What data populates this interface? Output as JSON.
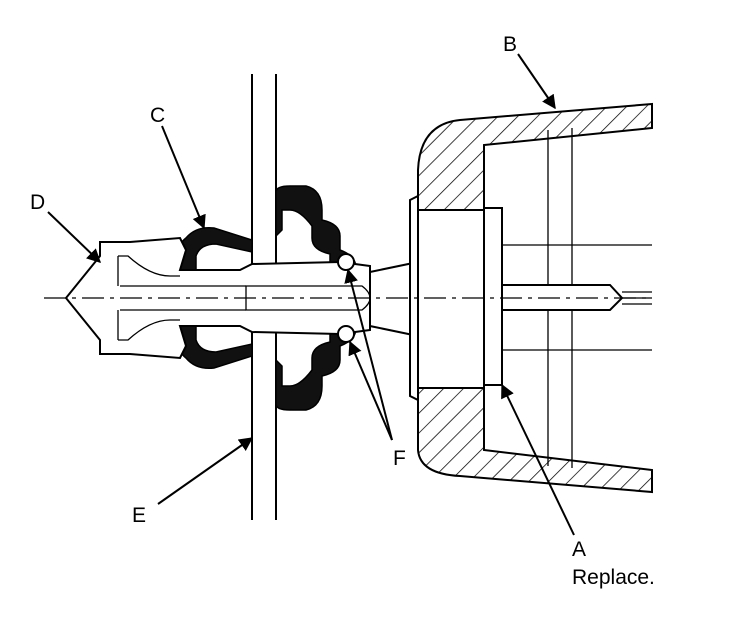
{
  "labels": {
    "a": "A",
    "a_note": "Replace.",
    "b": "B",
    "c": "C",
    "d": "D",
    "e": "E",
    "f": "F"
  }
}
